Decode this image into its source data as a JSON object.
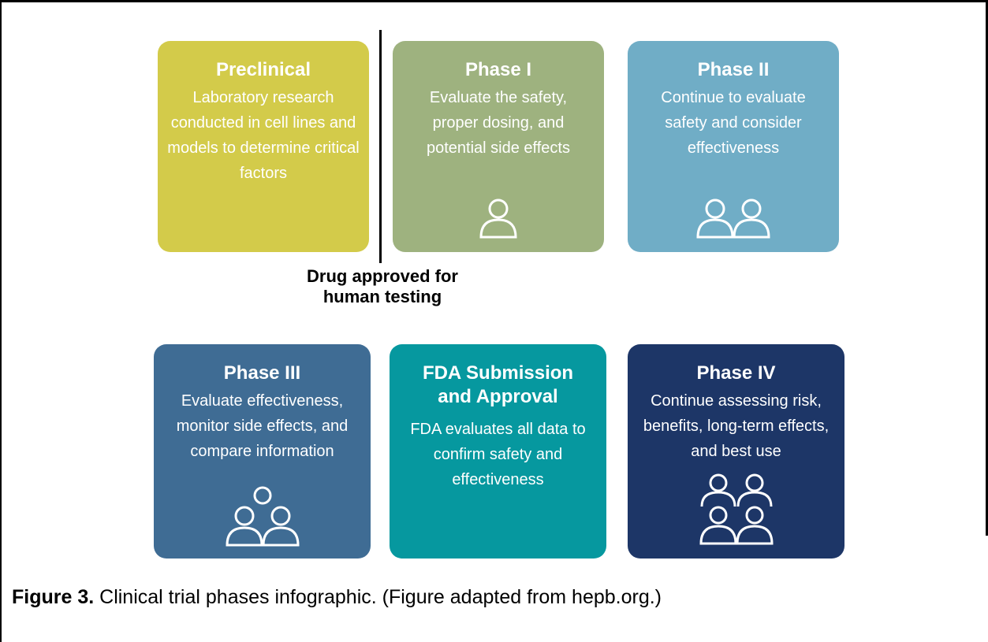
{
  "cards": [
    {
      "title": "Preclinical",
      "body": "Laboratory research conducted in cell lines and models to determine critical factors",
      "color": "#d3cb4a",
      "icon": "none"
    },
    {
      "title": "Phase I",
      "body": "Evaluate the safety, proper dosing, and potential side effects",
      "color": "#9eb27f",
      "icon": "person-icon"
    },
    {
      "title": "Phase II",
      "body": "Continue to evaluate safety and consider effectiveness",
      "color": "#70adc6",
      "icon": "two-people-icon"
    },
    {
      "title": "Phase III",
      "body": "Evaluate effectiveness, monitor side effects, and compare information",
      "color": "#3f6c94",
      "icon": "three-people-icon"
    },
    {
      "title": "FDA Submission and Approval",
      "body": "FDA evaluates all data to confirm safety and effectiveness",
      "color": "#06989f",
      "icon": "none"
    },
    {
      "title": "Phase IV",
      "body": "Continue assessing risk, benefits, long-term effects, and best use",
      "color": "#1d3667",
      "icon": "four-people-icon"
    }
  ],
  "approval_label": "Drug approved for human testing",
  "caption": {
    "label": "Figure 3.",
    "text": " Clinical trial phases infographic. (Figure adapted from hepb.org.)"
  }
}
